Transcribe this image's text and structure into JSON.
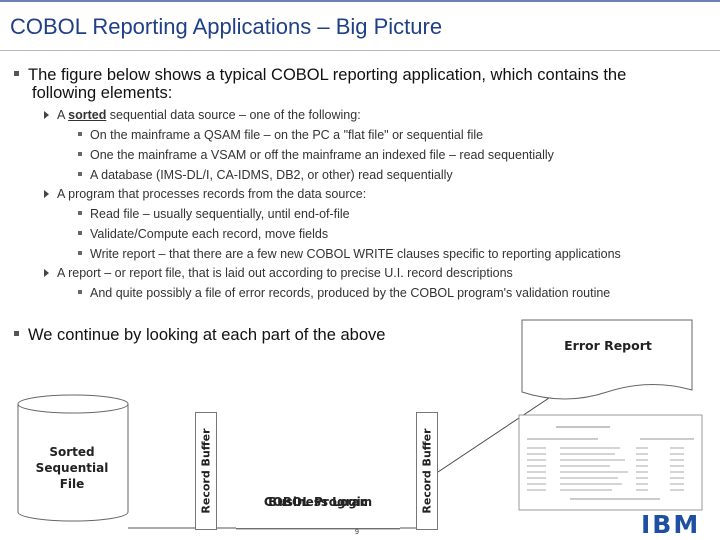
{
  "title": "COBOL Reporting Applications – Big Picture",
  "intro": {
    "line1": "The figure below shows a typical COBOL reporting application, which contains the",
    "line2": "following elements:"
  },
  "items": [
    {
      "kind": "l2",
      "pre": "A ",
      "bold": "sorted",
      "post": " sequential data source – one of the following:"
    },
    {
      "kind": "l3",
      "text": "On the mainframe a QSAM file – on the PC a \"flat file\" or sequential file"
    },
    {
      "kind": "l3",
      "text": "One the mainframe a VSAM or off the mainframe an indexed file – read sequentially"
    },
    {
      "kind": "l3",
      "text": "A database (IMS-DL/I, CA-IDMS, DB2, or other) read sequentially"
    },
    {
      "kind": "l2",
      "text": "A program that processes records from the data source:"
    },
    {
      "kind": "l3",
      "text": "Read file – usually sequentially, until end-of-file"
    },
    {
      "kind": "l3",
      "text": "Validate/Compute each record, move fields"
    },
    {
      "kind": "l3",
      "text": "Write report – that there are a few new COBOL WRITE clauses specific to reporting applications"
    },
    {
      "kind": "l2",
      "text": "A report – or report file, that is laid out according to precise U.I. record descriptions"
    },
    {
      "kind": "l3",
      "text": "And quite possibly a file of error records, produced by the COBOL program's validation routine"
    }
  ],
  "continue_text": "We continue by looking at each part of the above",
  "diagram": {
    "source_line1": "Sorted",
    "source_line2": "Sequential",
    "source_line3": "File",
    "record_buffer_left": "Record Buffer",
    "program_line1": "COBOL Program",
    "program_line2": "Business Logic",
    "record_buffer_right": "Record Buffer",
    "error_report": "Error Report"
  },
  "page_number": "9",
  "logo": "IBM",
  "colors": {
    "title": "#1f3f86",
    "ibm": "#1f4fa0"
  }
}
